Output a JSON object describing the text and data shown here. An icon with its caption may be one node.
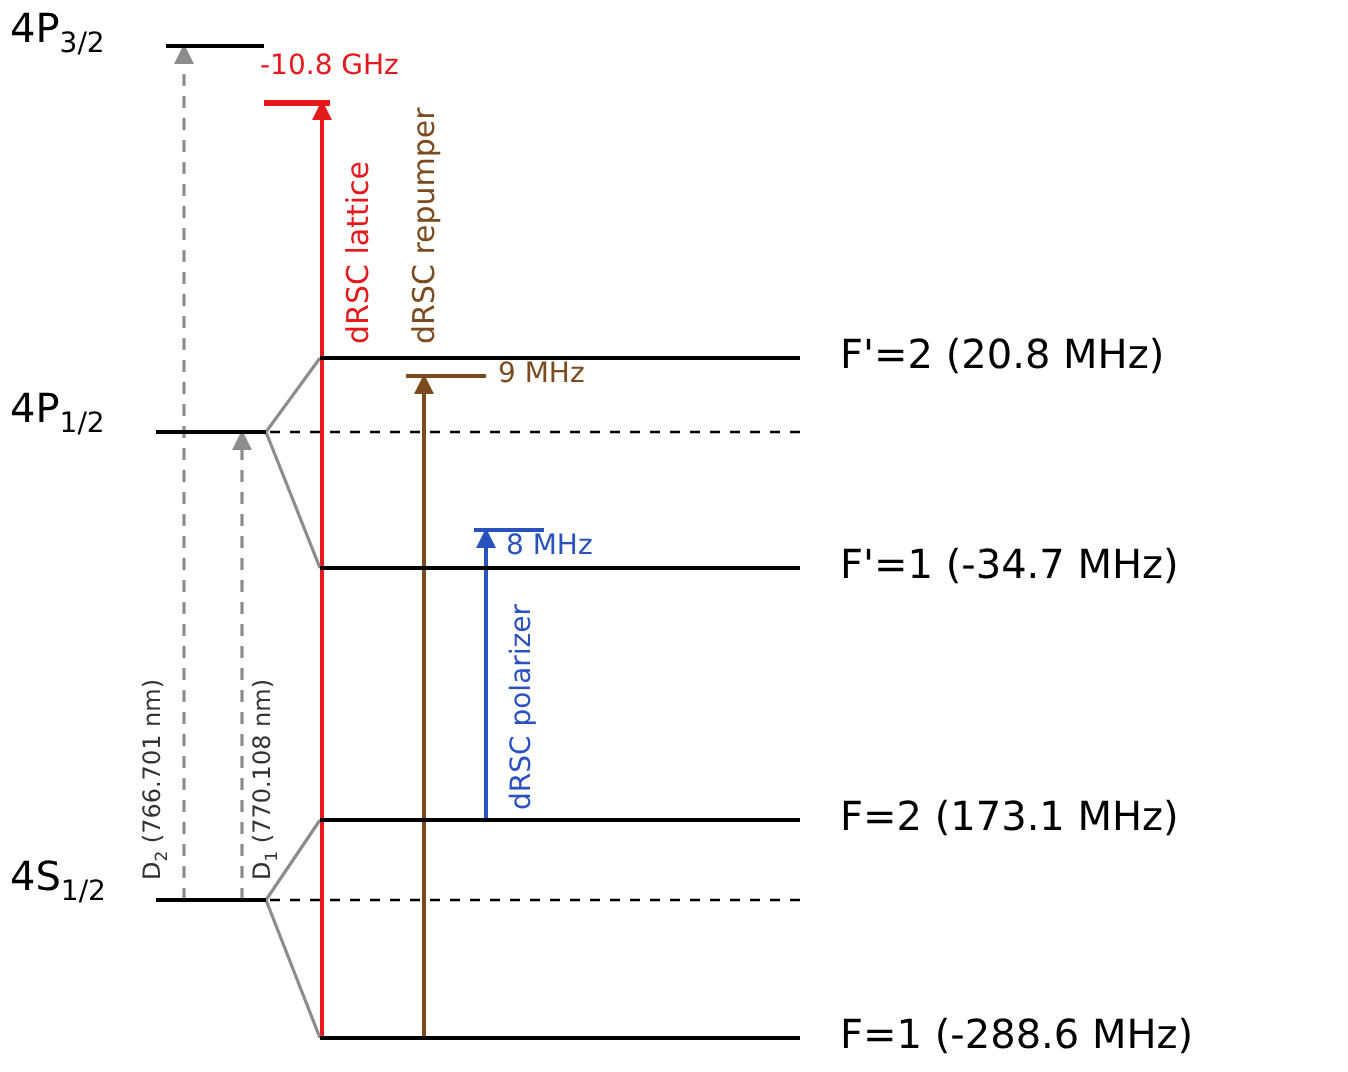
{
  "diagram": {
    "nodes": [
      {
        "text": [
          "4P$_{3/2}$"
        ]
      },
      {
        "text": [
          "4P$_{1/2}$"
        ]
      },
      {
        "text": [
          "4S$_{1/2}$"
        ]
      },
      {
        "text": [
          "F'=2 (20.8 MHz)"
        ]
      },
      {
        "text": [
          "F'=1 (-34.7 MHz)"
        ]
      },
      {
        "text": [
          "F=2 (173.1 MHz)"
        ]
      },
      {
        "text": [
          "F=1 (-288.6 MHz)"
        ]
      },
      {
        "text": [
          "-10.8 GHz"
        ]
      },
      {
        "text": [
          "9 MHz"
        ]
      },
      {
        "text": [
          "8 MHz"
        ]
      }
    ],
    "edges": [
      {
        "from": 2,
        "to": 0,
        "arrow": "to",
        "style": "dashed",
        "label": "D$_{2}$ (766.701 nm)"
      },
      {
        "from": 2,
        "to": 1,
        "arrow": "to",
        "style": "dashed",
        "label": "D$_{1}$ (770.108 nm)"
      },
      {
        "from": 6,
        "to": 7,
        "arrow": "to",
        "color": "#e3191c",
        "label": "dRSC lattice"
      },
      {
        "from": 6,
        "to": 8,
        "arrow": "to",
        "color": "#7b4a1e",
        "label": "dRSC repumper"
      },
      {
        "from": 5,
        "to": 9,
        "arrow": "to",
        "color": "#2a52be",
        "label": "dRSC polarizer"
      },
      {
        "from": 1,
        "to": 3,
        "arrow": "none"
      },
      {
        "from": 1,
        "to": 4,
        "arrow": "none"
      },
      {
        "from": 2,
        "to": 5,
        "arrow": "none"
      },
      {
        "from": 2,
        "to": 6,
        "arrow": "none"
      }
    ]
  }
}
